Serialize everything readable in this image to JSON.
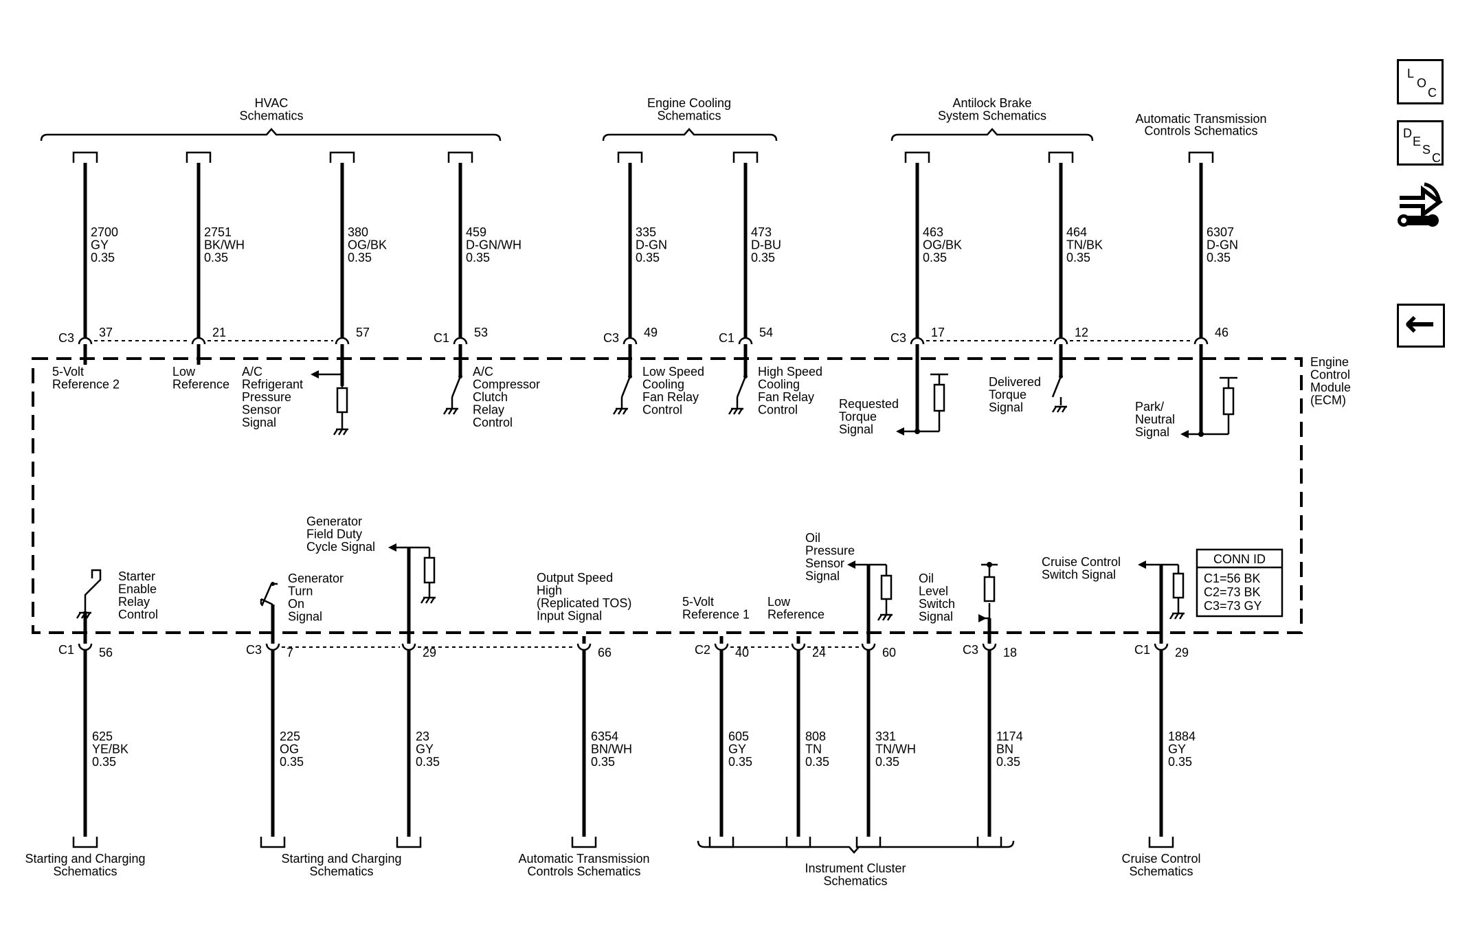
{
  "groups_top": [
    {
      "label": [
        "HVAC",
        "Schematics"
      ]
    },
    {
      "label": [
        "Engine Cooling",
        "Schematics"
      ]
    },
    {
      "label": [
        "Antilock Brake",
        "System Schematics"
      ]
    },
    {
      "label": [
        "Automatic Transmission",
        "Controls Schematics"
      ]
    }
  ],
  "top_circuits": [
    {
      "conn": "C3",
      "pin": "37",
      "circuit": "2700",
      "color": "GY",
      "gauge": "0.35",
      "label": [
        "5-Volt",
        "Reference 2"
      ]
    },
    {
      "conn": "",
      "pin": "21",
      "circuit": "2751",
      "color": "BK/WH",
      "gauge": "0.35",
      "label": [
        "Low",
        "Reference"
      ]
    },
    {
      "conn": "",
      "pin": "57",
      "circuit": "380",
      "color": "OG/BK",
      "gauge": "0.35",
      "label": [
        "A/C",
        "Refrigerant",
        "Pressure",
        "Sensor",
        "Signal"
      ]
    },
    {
      "conn": "C1",
      "pin": "53",
      "circuit": "459",
      "color": "D-GN/WH",
      "gauge": "0.35",
      "label": [
        "A/C",
        "Compressor",
        "Clutch",
        "Relay",
        "Control"
      ]
    },
    {
      "conn": "C3",
      "pin": "49",
      "circuit": "335",
      "color": "D-GN",
      "gauge": "0.35",
      "label": [
        "Low Speed",
        "Cooling",
        "Fan Relay",
        "Control"
      ]
    },
    {
      "conn": "C1",
      "pin": "54",
      "circuit": "473",
      "color": "D-BU",
      "gauge": "0.35",
      "label": [
        "High Speed",
        "Cooling",
        "Fan Relay",
        "Control"
      ]
    },
    {
      "conn": "C3",
      "pin": "17",
      "circuit": "463",
      "color": "OG/BK",
      "gauge": "0.35",
      "label": [
        "Requested",
        "Torque",
        "Signal"
      ]
    },
    {
      "conn": "",
      "pin": "12",
      "circuit": "464",
      "color": "TN/BK",
      "gauge": "0.35",
      "label": [
        "Delivered",
        "Torque",
        "Signal"
      ]
    },
    {
      "conn": "",
      "pin": "46",
      "circuit": "6307",
      "color": "D-GN",
      "gauge": "0.35",
      "label": [
        "Park/",
        "Neutral",
        "Signal"
      ]
    }
  ],
  "module": {
    "label": [
      "Engine",
      "Control",
      "Module",
      "(ECM)"
    ]
  },
  "conn_id": {
    "title": "CONN ID",
    "lines": [
      "C1=56 BK",
      "C2=73 BK",
      "C3=73 GY"
    ]
  },
  "bottom_circuits": [
    {
      "conn": "C1",
      "pin": "56",
      "circuit": "625",
      "color": "YE/BK",
      "gauge": "0.35",
      "label": [
        "Starter",
        "Enable",
        "Relay",
        "Control"
      ]
    },
    {
      "conn": "C3",
      "pin": "7",
      "circuit": "225",
      "color": "OG",
      "gauge": "0.35",
      "label": [
        "Generator",
        "Turn",
        "On",
        "Signal"
      ]
    },
    {
      "conn": "",
      "pin": "29",
      "circuit": "23",
      "color": "GY",
      "gauge": "0.35",
      "label": [
        "Generator",
        "Field Duty",
        "Cycle Signal"
      ]
    },
    {
      "conn": "",
      "pin": "66",
      "circuit": "6354",
      "color": "BN/WH",
      "gauge": "0.35",
      "label": [
        "Output Speed",
        "High",
        "(Replicated TOS)",
        "Input Signal"
      ]
    },
    {
      "conn": "C2",
      "pin": "40",
      "circuit": "605",
      "color": "GY",
      "gauge": "0.35",
      "label": [
        "5-Volt",
        "Reference 1"
      ]
    },
    {
      "conn": "",
      "pin": "24",
      "circuit": "808",
      "color": "TN",
      "gauge": "0.35",
      "label": [
        "Low",
        "Reference"
      ]
    },
    {
      "conn": "",
      "pin": "60",
      "circuit": "331",
      "color": "TN/WH",
      "gauge": "0.35",
      "label": [
        "Oil",
        "Pressure",
        "Sensor",
        "Signal"
      ]
    },
    {
      "conn": "C3",
      "pin": "18",
      "circuit": "1174",
      "color": "BN",
      "gauge": "0.35",
      "label": [
        "Oil",
        "Level",
        "Switch",
        "Signal"
      ]
    },
    {
      "conn": "C1",
      "pin": "29",
      "circuit": "1884",
      "color": "GY",
      "gauge": "0.35",
      "label": [
        "Cruise Control",
        "Switch Signal"
      ]
    }
  ],
  "groups_bottom": [
    {
      "label": [
        "Starting and Charging",
        "Schematics"
      ]
    },
    {
      "label": [
        "Starting and Charging",
        "Schematics"
      ]
    },
    {
      "label": [
        "Automatic Transmission",
        "Controls Schematics"
      ]
    },
    {
      "label": [
        "Instrument Cluster",
        "Schematics"
      ]
    },
    {
      "label": [
        "Cruise Control",
        "Schematics"
      ]
    }
  ],
  "nav": {
    "loc": [
      "L",
      "O",
      "C"
    ],
    "desc": [
      "D",
      "E",
      "S",
      "C"
    ],
    "back_arrow": "←",
    "icons": [
      "loc-icon",
      "desc-icon",
      "connector-view-icon",
      "back-icon"
    ]
  }
}
